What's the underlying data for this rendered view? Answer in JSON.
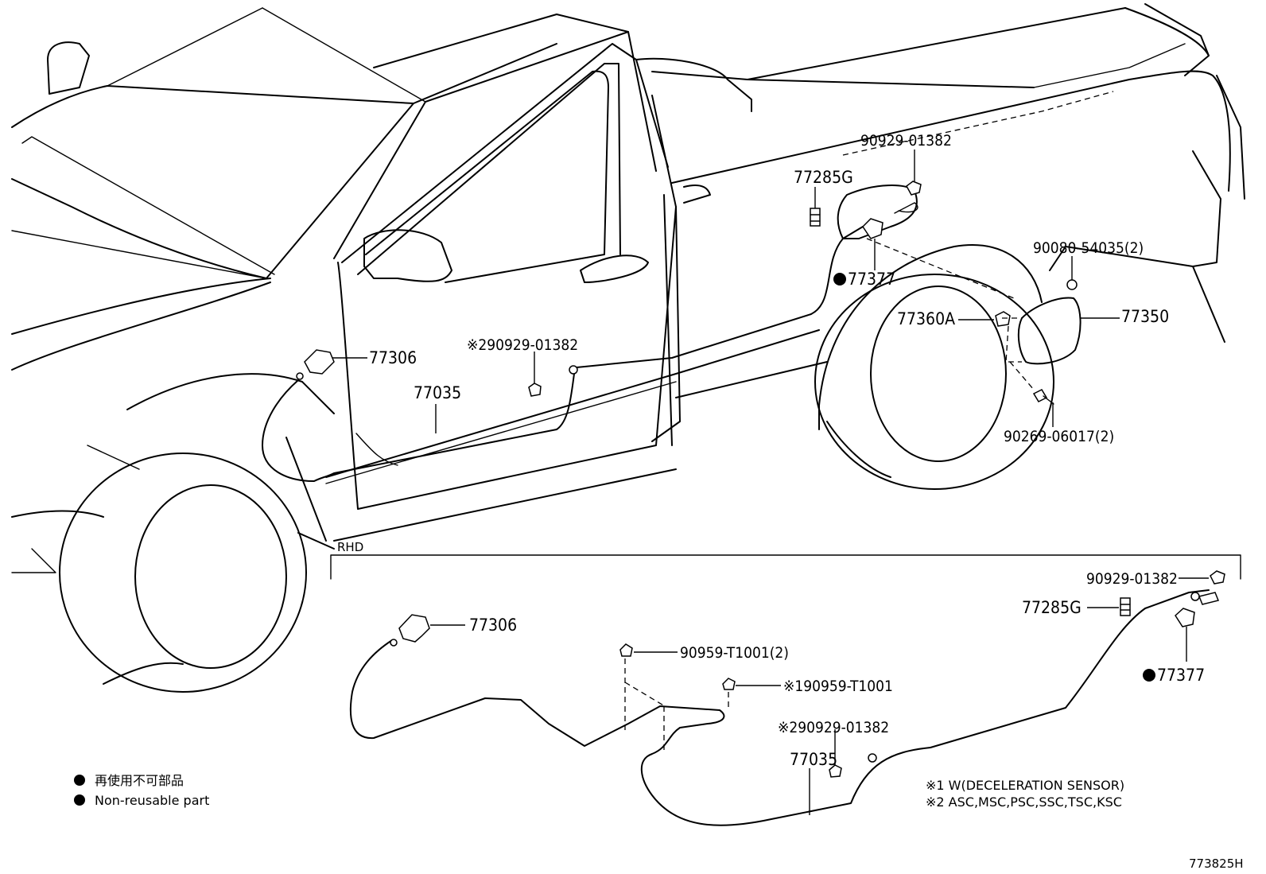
{
  "diagram": {
    "drawing_id": "773825H",
    "section_label": "RHD",
    "legend": {
      "jp": "再使用不可部品",
      "en": "Non-reusable part"
    },
    "footnotes": {
      "note1": "※1 W(DECELERATION SENSOR)",
      "note2": "※2 ASC,MSC,PSC,SSC,TSC,KSC"
    },
    "upper": {
      "p_90929_01382": "90929-01382",
      "p_77285G": "77285G",
      "p_90080_54035": "90080-54035(2)",
      "p_77377": "77377",
      "p_77360A": "77360A",
      "p_77350": "77350",
      "p_77306": "77306",
      "p_note2_90929_01382": "※290929-01382",
      "p_77035": "77035",
      "p_90269_06017": "90269-06017(2)"
    },
    "lower": {
      "p_90929_01382": "90929-01382",
      "p_77285G": "77285G",
      "p_77306": "77306",
      "p_90959_T1001": "90959-T1001(2)",
      "p_note1_90959_T1001": "※190959-T1001",
      "p_note2_90929_01382": "※290929-01382",
      "p_77035": "77035",
      "p_77377": "77377"
    }
  }
}
